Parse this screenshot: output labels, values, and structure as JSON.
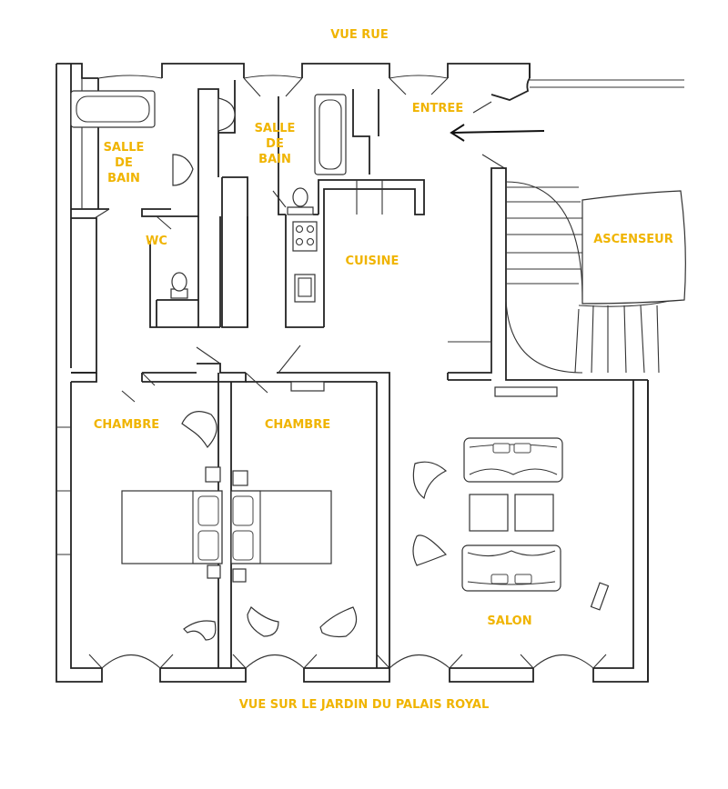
{
  "labels": {
    "vue_rue": "VUE RUE",
    "entree": "ENTREE",
    "salle_de_bain_1": "SALLE\nDE\nBAIN",
    "salle_de_bain_2": "SALLE\nDE\nBAIN",
    "wc": "WC",
    "cuisine": "CUISINE",
    "ascenseur": "ASCENSEUR",
    "chambre_1": "CHAMBRE",
    "chambre_2": "CHAMBRE",
    "salon": "SALON",
    "vue_jardin": "VUE SUR LE JARDIN DU PALAIS ROYAL"
  },
  "colors": {
    "label": "#f0b400",
    "wall": "#222222"
  },
  "icons": [
    "entrance-arrow-icon",
    "bathtub-icon",
    "sink-icon",
    "toilet-icon",
    "stove-icon",
    "bed-icon",
    "armchair-icon",
    "sofa-icon",
    "table-icon"
  ]
}
